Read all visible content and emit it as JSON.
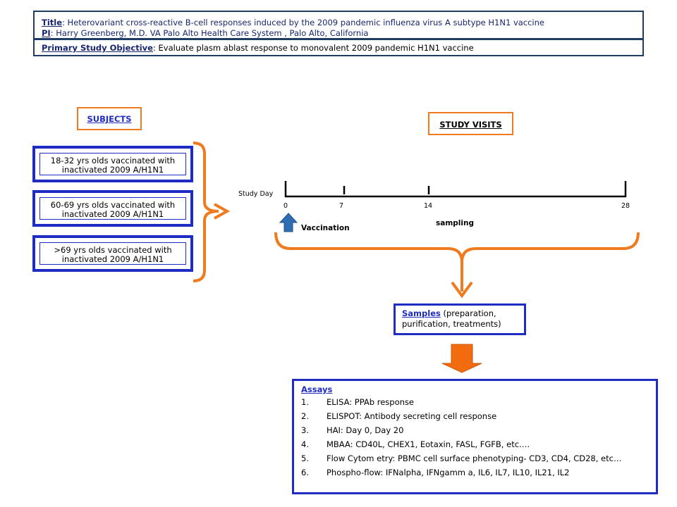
{
  "header": {
    "title_label": "Title",
    "title_sep": ":",
    "title_text": "  Heterovariant cross-reactive B-cell responses induced by the 2009 pandemic influenza virus A subtype H1N1 vaccine",
    "pi_label": "PI",
    "pi_text": ": Harry Greenberg, M.D. VA Palo Alto Health Care System , Palo Alto, California",
    "objective_label": "Primary Study Objective",
    "objective_text": ":  Evaluate plasm ablast response to monovalent 2009 pandemic H1N1 vaccine"
  },
  "subjects": {
    "label": "SUBJECTS",
    "groups": [
      {
        "line1": "18-32 yrs olds vaccinated with",
        "line2": "inactivated 2009 A/H1N1"
      },
      {
        "line1": "60-69 yrs olds vaccinated with",
        "line2": "inactivated 2009 A/H1N1"
      },
      {
        "line1": ">69 yrs olds vaccinated with",
        "line2": "inactivated 2009 A/H1N1"
      }
    ]
  },
  "visits": {
    "label": "STUDY VISITS ",
    "axis_label": "Study Day",
    "days": [
      "0",
      "7",
      "14",
      "28"
    ],
    "vaccination_label": "Vaccination",
    "sampling_label": "sampling"
  },
  "samples": {
    "label": "Samples",
    "text": " (preparation, purification, treatments)"
  },
  "assays": {
    "title": "Assays",
    "items": [
      {
        "num": "1.",
        "text": "ELISA: PPAb response"
      },
      {
        "num": "2.",
        "text": "ELISPOT: Antibody secreting cell response"
      },
      {
        "num": "3.",
        "text": "HAI:  Day 0, Day 20"
      },
      {
        "num": "4.",
        "text": "MBAA:  CD40L, CHEX1, Eotaxin, FASL, FGFB, etc…."
      },
      {
        "num": "5.",
        "text": "Flow Cytom etry:  PBMC cell surface phenotyping- CD3, CD4, CD28, etc…"
      },
      {
        "num": "6.",
        "text": "Phospho-flow:  IFNalpha, IFNgamm a, IL6, IL7, IL10, IL21, IL2"
      }
    ]
  },
  "colors": {
    "box_blue": "#1f2cc4",
    "header_border": "#1f3d64",
    "orange": "#f07a1e",
    "vaccination_arrow": "#2e6fb4"
  }
}
